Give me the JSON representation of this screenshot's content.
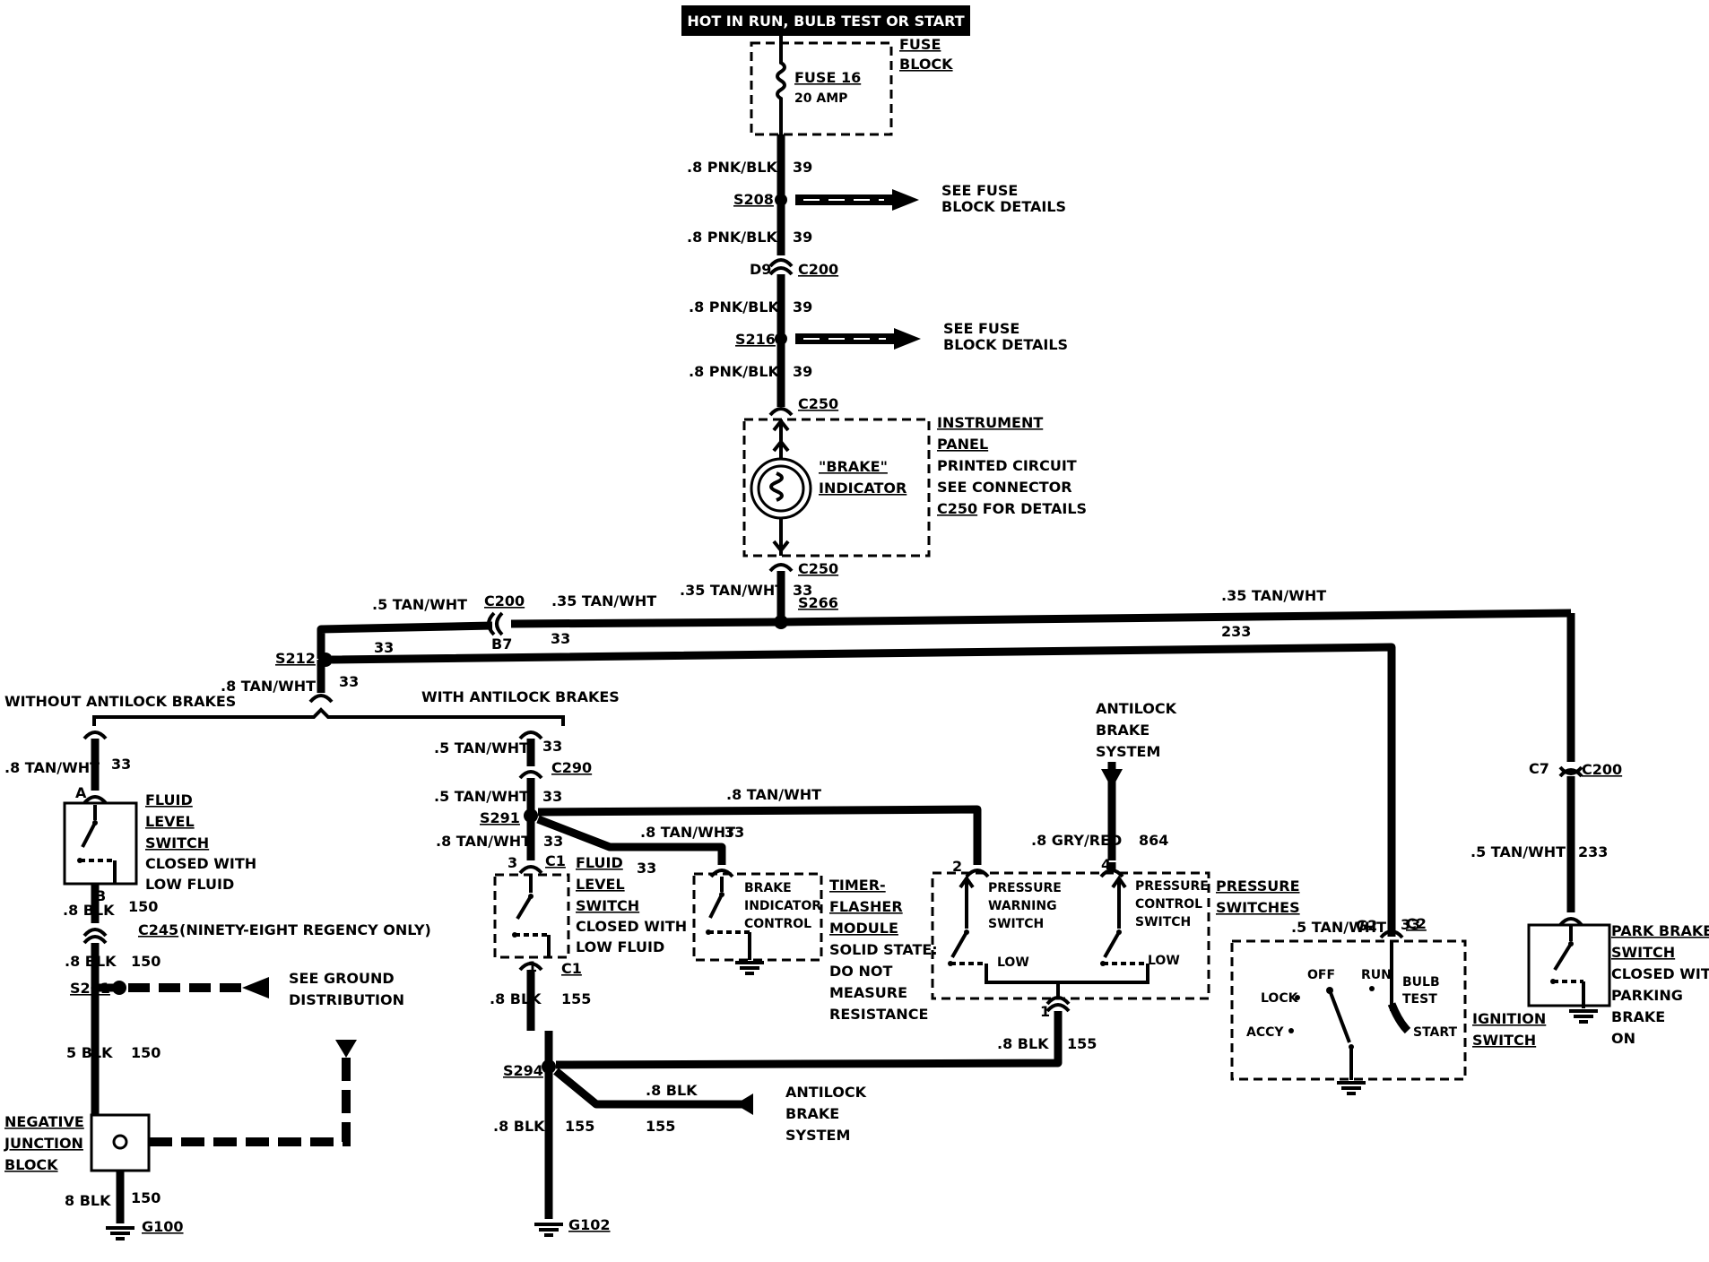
{
  "header": {
    "hot_label": "HOT IN RUN, BULB TEST OR START"
  },
  "fuse_block": {
    "title_line1": "FUSE",
    "title_line2": "BLOCK",
    "fuse_name": "FUSE 16",
    "fuse_rating": "20 AMP"
  },
  "wires": {
    "pnk_blk_08": ".8 PNK/BLK",
    "circuit_39": "39",
    "tan_wht_035": ".35 TAN/WHT",
    "tan_wht_05": ".5 TAN/WHT",
    "tan_wht_08": ".8 TAN/WHT",
    "circuit_33": "33",
    "circuit_233": "233",
    "blk_08": ".8 BLK",
    "blk_5": "5 BLK",
    "blk_8": "8 BLK",
    "circuit_150": "150",
    "circuit_155": "155",
    "gry_red_08": ".8 GRY/RED",
    "circuit_864": "864"
  },
  "splices": {
    "s208": "S208",
    "s216": "S216",
    "s266": "S266",
    "s212": "S212",
    "s201": "S201",
    "s291": "S291",
    "s294": "S294"
  },
  "connectors": {
    "c200": "C200",
    "c250": "C250",
    "c290": "C290",
    "c245": "C245",
    "c1": "C1",
    "c2": "C2",
    "d9": "D9",
    "b7": "B7",
    "c7": "C7",
    "g2": "G2",
    "pin_a": "A",
    "pin_b": "B",
    "pin_3": "3",
    "pin_1": "1",
    "pin_2": "2",
    "pin_4": "4"
  },
  "grounds": {
    "g100": "G100",
    "g102": "G102"
  },
  "fuse_details": {
    "line1": "SEE FUSE",
    "line2": "BLOCK DETAILS"
  },
  "instrument_panel": {
    "line1": "INSTRUMENT",
    "line2": "PANEL",
    "line3": "PRINTED CIRCUIT",
    "line4": "SEE CONNECTOR",
    "line5_pre": "C250",
    "line5_post": " FOR DETAILS",
    "indicator_line1": "\"BRAKE\"",
    "indicator_line2": "INDICATOR"
  },
  "branches": {
    "without_abs": "WITHOUT ANTILOCK BRAKES",
    "with_abs": "WITH ANTILOCK BRAKES"
  },
  "fluid_switch": {
    "line1": "FLUID",
    "line2": "LEVEL",
    "line3": "SWITCH",
    "line4": "CLOSED WITH",
    "line5": "LOW FLUID"
  },
  "c245_note": "(NINETY-EIGHT REGENCY ONLY)",
  "ground_dist": {
    "line1": "SEE GROUND",
    "line2": "DISTRIBUTION"
  },
  "neg_junction": {
    "line1": "NEGATIVE",
    "line2": "JUNCTION",
    "line3": "BLOCK"
  },
  "timer_module": {
    "inner1": "BRAKE",
    "inner2": "INDICATOR",
    "inner3": "CONTROL",
    "title1": "TIMER-",
    "title2": "FLASHER",
    "title3": "MODULE",
    "note1": "SOLID STATE:",
    "note2": "DO NOT",
    "note3": "MEASURE",
    "note4": "RESISTANCE"
  },
  "pressure": {
    "warn1": "PRESSURE",
    "warn2": "WARNING",
    "warn3": "SWITCH",
    "ctrl1": "PRESSURE",
    "ctrl2": "CONTROL",
    "ctrl3": "SWITCH",
    "low": "LOW",
    "title1": "PRESSURE",
    "title2": "SWITCHES"
  },
  "abs_system": {
    "line1": "ANTILOCK",
    "line2": "BRAKE",
    "line3": "SYSTEM"
  },
  "ignition": {
    "off": "OFF",
    "run": "RUN",
    "bulb1": "BULB",
    "bulb2": "TEST",
    "lock": "LOCK",
    "accy": "ACCY",
    "start": "START",
    "title1": "IGNITION",
    "title2": "SWITCH"
  },
  "park_brake": {
    "line1": "PARK BRAKE",
    "line2": "SWITCH",
    "line3": "CLOSED WITH",
    "line4": "PARKING",
    "line5": "BRAKE",
    "line6": "ON"
  }
}
